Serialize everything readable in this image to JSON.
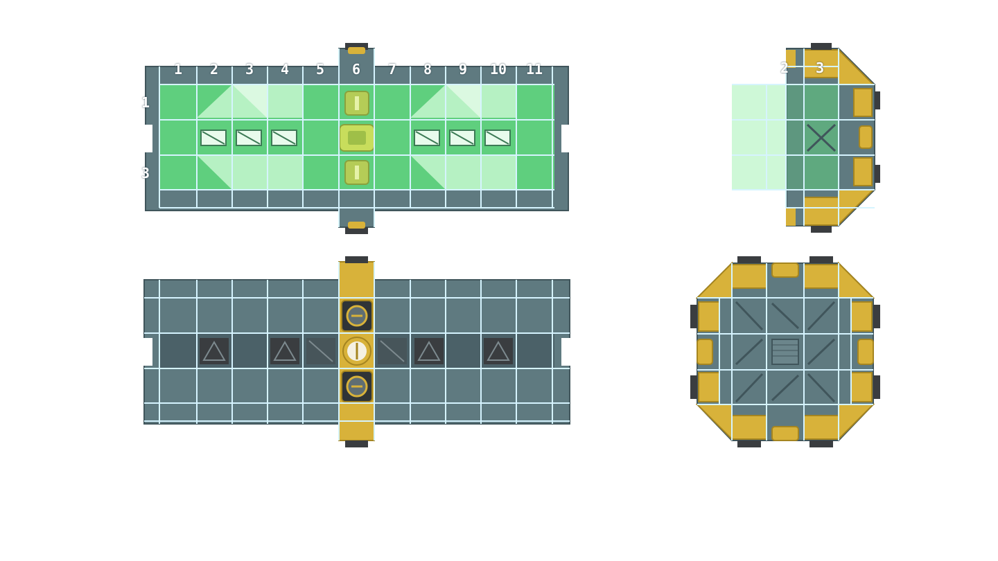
{
  "views": {
    "top_left": {
      "column_labels": [
        "1",
        "2",
        "3",
        "4",
        "5",
        "6",
        "7",
        "8",
        "9",
        "10",
        "11"
      ],
      "row_labels": [
        "1",
        "",
        "3"
      ]
    },
    "top_right": {
      "column_labels": [
        "2",
        "3"
      ]
    }
  },
  "colors": {
    "background": "#ffffff",
    "hull_steel": "#5f7a80",
    "hull_steel_dark": "#4b6168",
    "grid_line": "#cfeeff",
    "placement_green": "#5fcf7e",
    "placement_green_light": "#c6f7cf",
    "accent_yellow": "#d8b23a",
    "dark_panel": "#3a3d40"
  },
  "icons": [
    "docking-connector-icon",
    "hatch-icon",
    "thruster-icon",
    "grid-number-glyph"
  ]
}
